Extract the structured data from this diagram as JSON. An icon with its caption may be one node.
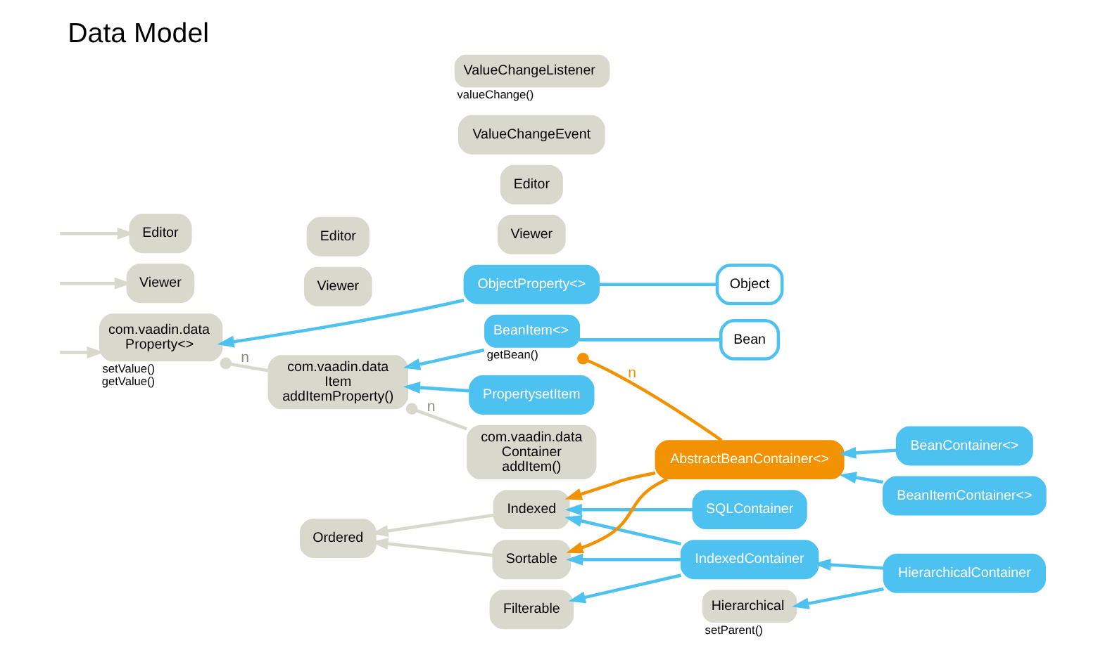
{
  "diagram": {
    "title": "Data Model",
    "nodes": [
      {
        "text": [
          "com.vaadin.data",
          "Container",
          "addItem()"
        ]
      },
      {
        "text": [
          "Viewer"
        ]
      },
      {
        "text": [
          "Editor"
        ]
      },
      {
        "text": [
          "com.vaadin.data",
          "Item",
          "addItemProperty()"
        ]
      },
      {
        "text": [
          "Viewer"
        ]
      },
      {
        "text": [
          "Editor"
        ]
      },
      {
        "text": [
          "com.vaadin.data",
          "Property<>"
        ],
        "beside": [
          "setValue()",
          "getValue()"
        ]
      },
      {
        "text": [
          "Viewer"
        ]
      },
      {
        "text": [
          "Editor"
        ]
      },
      {
        "text": [
          "Indexed"
        ]
      },
      {
        "text": [
          "Sortable"
        ]
      },
      {
        "text": [
          "Ordered"
        ]
      },
      {
        "text": [
          "Filterable"
        ]
      },
      {
        "text": [
          "Hierarchical"
        ],
        "beside": [
          "setParent()"
        ]
      },
      {
        "text": [
          "IndexedContainer"
        ]
      },
      {
        "text": [
          "HierarchicalContainer"
        ]
      },
      {
        "text": [
          "SQLContainer"
        ]
      },
      {
        "text": [
          "Bean"
        ]
      },
      {
        "text": [
          "BeanItem<>"
        ],
        "beside": [
          "getBean()"
        ]
      },
      {
        "text": [
          "AbstractBeanContainer<>"
        ]
      },
      {
        "text": [
          "PropertysetItem"
        ]
      },
      {
        "text": [
          "ObjectProperty<>"
        ]
      },
      {
        "text": [
          "Object"
        ]
      },
      {
        "text": [
          "ValueChangeEvent"
        ]
      },
      {
        "text": [
          "ValueChangeListener"
        ],
        "beside": [
          "valueChange()"
        ]
      },
      {
        "text": [
          "BeanContainer<>"
        ]
      },
      {
        "text": [
          "BeanItemContainer<>"
        ]
      }
    ],
    "edges": [
      {
        "from": 0,
        "to": 3,
        "arrow": "other",
        "label": "n",
        "color": "#d9d8cc"
      },
      {
        "from": 3,
        "to": 6,
        "arrow": "other",
        "label": "n",
        "color": "#d9d8cc"
      },
      {
        "from": 9,
        "to": 11,
        "arrow": "to",
        "color": "#d9d8cc"
      },
      {
        "from": 10,
        "to": 11,
        "arrow": "to",
        "color": "#d9d8cc"
      },
      {
        "from": 14,
        "to": 12,
        "arrow": "to"
      },
      {
        "from": 14,
        "to": 9,
        "arrow": "to"
      },
      {
        "from": 14,
        "to": 10,
        "arrow": "to"
      },
      {
        "from": 15,
        "to": 13,
        "arrow": "to"
      },
      {
        "from": 15,
        "to": 14,
        "arrow": "to"
      },
      {
        "from": 16,
        "to": 9,
        "arrow": "to"
      },
      {
        "from": 19,
        "to": 9,
        "arrow": "to",
        "color": "#f39200"
      },
      {
        "from": 19,
        "to": 10,
        "arrow": "to",
        "color": "#f39200"
      },
      {
        "from": 17,
        "to": 18,
        "arrow": "none"
      },
      {
        "from": 18,
        "to": 3,
        "arrow": "to"
      },
      {
        "from": 20,
        "to": 3,
        "arrow": "to"
      },
      {
        "from": 19,
        "to": 18,
        "arrow": "other",
        "label": "n",
        "color": "#f39200"
      },
      {
        "from": 21,
        "to": 6,
        "arrow": "to"
      },
      {
        "from": 22,
        "to": 21,
        "arrow": "none"
      },
      {
        "from": 25,
        "to": 19,
        "arrow": "to"
      },
      {
        "from": 26,
        "to": 19,
        "arrow": "to"
      },
      {
        "from": null,
        "to": 7,
        "arrow": "to",
        "color": "#d9d8cc"
      },
      {
        "from": null,
        "to": 8,
        "arrow": "to",
        "color": "#d9d8cc"
      },
      {
        "from": null,
        "to": 6,
        "arrow": "to",
        "color": "#d9d8cc"
      }
    ]
  }
}
